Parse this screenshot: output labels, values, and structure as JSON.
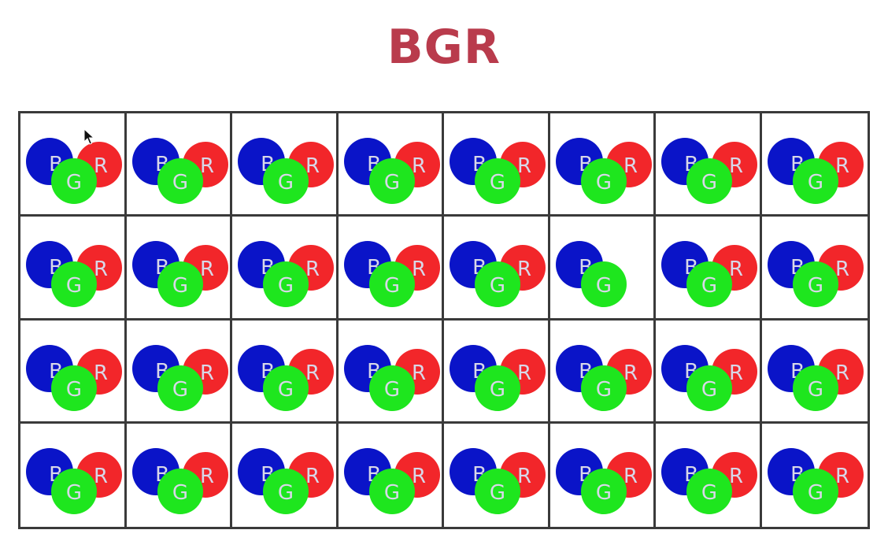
{
  "title": "BGR",
  "colors": {
    "title": "#b93b4c",
    "blue": "#0a14c8",
    "red": "#f2262a",
    "green": "#1ee61e",
    "grid_line": "#3a3a3a",
    "subpixel_label": "#d8d8e8"
  },
  "labels": {
    "blue": "B",
    "red": "R",
    "green": "G"
  },
  "grid": {
    "rows": 4,
    "cols": 8,
    "pixels": [
      [
        "BGR",
        "BGR",
        "BGR",
        "BGR",
        "BGR",
        "BGR",
        "BGR",
        "BGR"
      ],
      [
        "BGR",
        "BGR",
        "BGR",
        "BGR",
        "BGR",
        "BG",
        "BGR",
        "BGR"
      ],
      [
        "BGR",
        "BGR",
        "BGR",
        "BGR",
        "BGR",
        "BGR",
        "BGR",
        "BGR"
      ],
      [
        "BGR",
        "BGR",
        "BGR",
        "BGR",
        "BGR",
        "BGR",
        "BGR",
        "BGR"
      ]
    ]
  }
}
